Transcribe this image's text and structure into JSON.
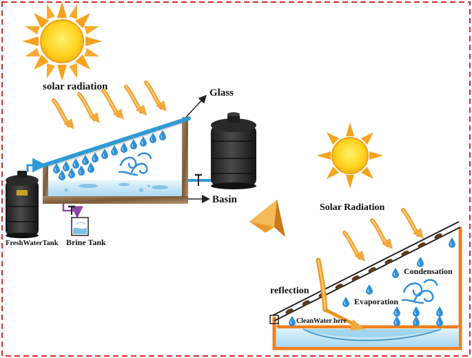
{
  "labels": {
    "solar_radiation": "solar radiation",
    "glass": "Glass",
    "basin": "Basin",
    "fresh_water_tank": "FreshWaterTank",
    "brine_tank": "Brine Tank",
    "solar_radiation_2": "Solar Radiation",
    "condensation": "Condensation",
    "reflection": "reflection",
    "evaporation": "Evaporation",
    "clean_water": "CleanWater here"
  },
  "colors": {
    "border": "#d62828",
    "sun": "#ffd21f",
    "sun_rays": "#f7a21b",
    "ray_arrow": "#f2a93b",
    "glass": "#2f9bd6",
    "droplet": "#2f8fd8",
    "frame": "#f07f1a",
    "wood": "#8b6a45",
    "water": "#bfe3f5",
    "brine_pipe": "#8e44ad"
  },
  "icons": [
    "sun-icon",
    "water-tank-icon",
    "vapor-swirl-icon",
    "water-droplet-icon",
    "chevron-arrow-icon"
  ]
}
